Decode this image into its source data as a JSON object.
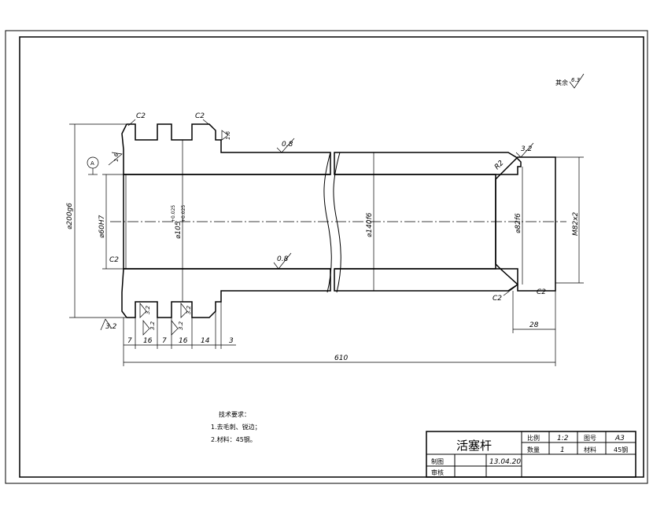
{
  "dims": {
    "overall_length": "610",
    "dia_head": "⌀200g6",
    "dia_bore": "⌀60H7",
    "dia_groove": "⌀105",
    "tol_upper": "+0.025",
    "tol_lower": "+0.025",
    "dia_rod": "⌀140f6",
    "dia_end": "⌀82f6",
    "thread": "M82x2",
    "len_28": "28",
    "seg_7a": "7",
    "seg_16a": "16",
    "seg_7b": "7",
    "seg_16b": "16",
    "seg_14": "14",
    "seg_3": "3"
  },
  "chamfers": {
    "c2_top_left": "C2",
    "c2_top_right": "C2",
    "c2_bore": "C2",
    "c2_end_left": "C2",
    "c2_end_right": "C2",
    "r2": "R2"
  },
  "roughness": {
    "general": "其余",
    "general_value": "6.3",
    "rod_top": "0.8",
    "rod_bottom": "0.8",
    "end_top": "3.2",
    "head_left": "1.6",
    "head_top_right": "1.6",
    "head_bottom_left": "3.2",
    "groove1": "3.2",
    "groove2": "3.2",
    "groove3": "3.2",
    "groove4": "3.2"
  },
  "datum": "A",
  "notes": {
    "heading": "技术要求：",
    "line1": "1.去毛刺、锐边；",
    "line2": "2.材料：45钢。"
  },
  "title_block": {
    "part_name": "活塞杆",
    "scale_label": "比例",
    "scale_value": "1:2",
    "drawing_no_label": "图号",
    "drawing_no_value": "A3",
    "qty_label": "数量",
    "qty_value": "1",
    "material_label": "材料",
    "material_value": "45钢",
    "drawn_label": "制图",
    "checked_label": "审核",
    "date": "13.04.20"
  }
}
